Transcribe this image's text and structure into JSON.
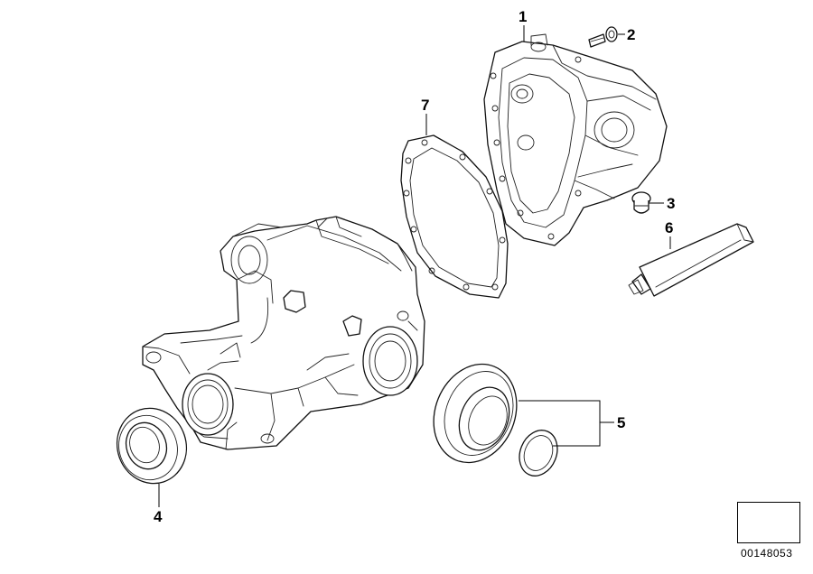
{
  "callouts": {
    "c1": "1",
    "c2": "2",
    "c3": "3",
    "c4": "4",
    "c5": "5",
    "c6": "6",
    "c7": "7"
  },
  "catalog_number": "00148053",
  "icons": {
    "nav_arrow": "arrow-icon"
  }
}
